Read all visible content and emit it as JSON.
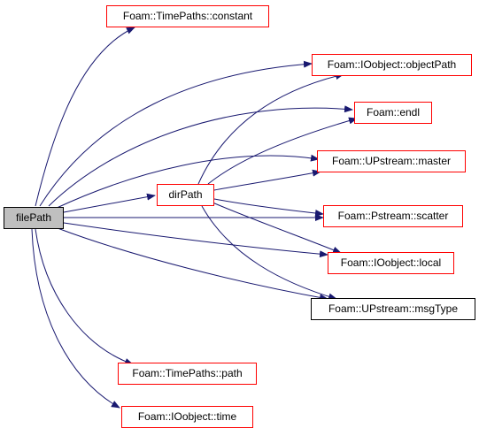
{
  "colors": {
    "edge": "#191970",
    "linked_border": "#ff0000",
    "plain_border": "#000000",
    "root_fill": "#bfbfbf"
  },
  "nodes": {
    "filepath": "filePath",
    "dirpath": "dirPath",
    "constant": "Foam::TimePaths::constant",
    "objectpath": "Foam::IOobject::objectPath",
    "endl": "Foam::endl",
    "master": "Foam::UPstream::master",
    "scatter": "Foam::Pstream::scatter",
    "local": "Foam::IOobject::local",
    "msgtype": "Foam::UPstream::msgType",
    "path": "Foam::TimePaths::path",
    "time": "Foam::IOobject::time"
  }
}
